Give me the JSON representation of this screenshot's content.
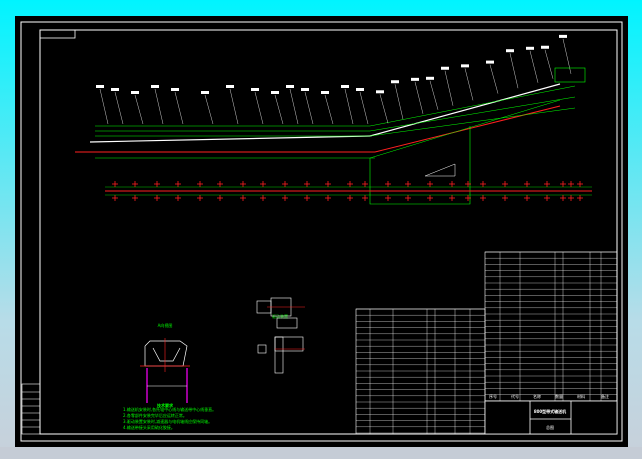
{
  "drawing": {
    "title": "800型带式输送机",
    "scale_label": "总图",
    "view_a_label": "A向视图",
    "view_b_label": "驱动装置",
    "tech_requirements": {
      "heading": "技术要求",
      "items": [
        "1.输送机安装时,各托辊中心线与输送带中心线垂直。",
        "2.各零部件安装完毕后应运转正常。",
        "3.驱动装置安装时,减速器与电机轴线应保持同轴。",
        "4.输送带接头采用硫化胶接。"
      ]
    },
    "title_block": {
      "headers": [
        "序号",
        "代号",
        "名称",
        "数量",
        "材料",
        "备注"
      ]
    },
    "colors": {
      "belt": "#ff2020",
      "dimension": "#00ff00",
      "outline": "#ffffff",
      "frame": "#ff00ff"
    }
  }
}
